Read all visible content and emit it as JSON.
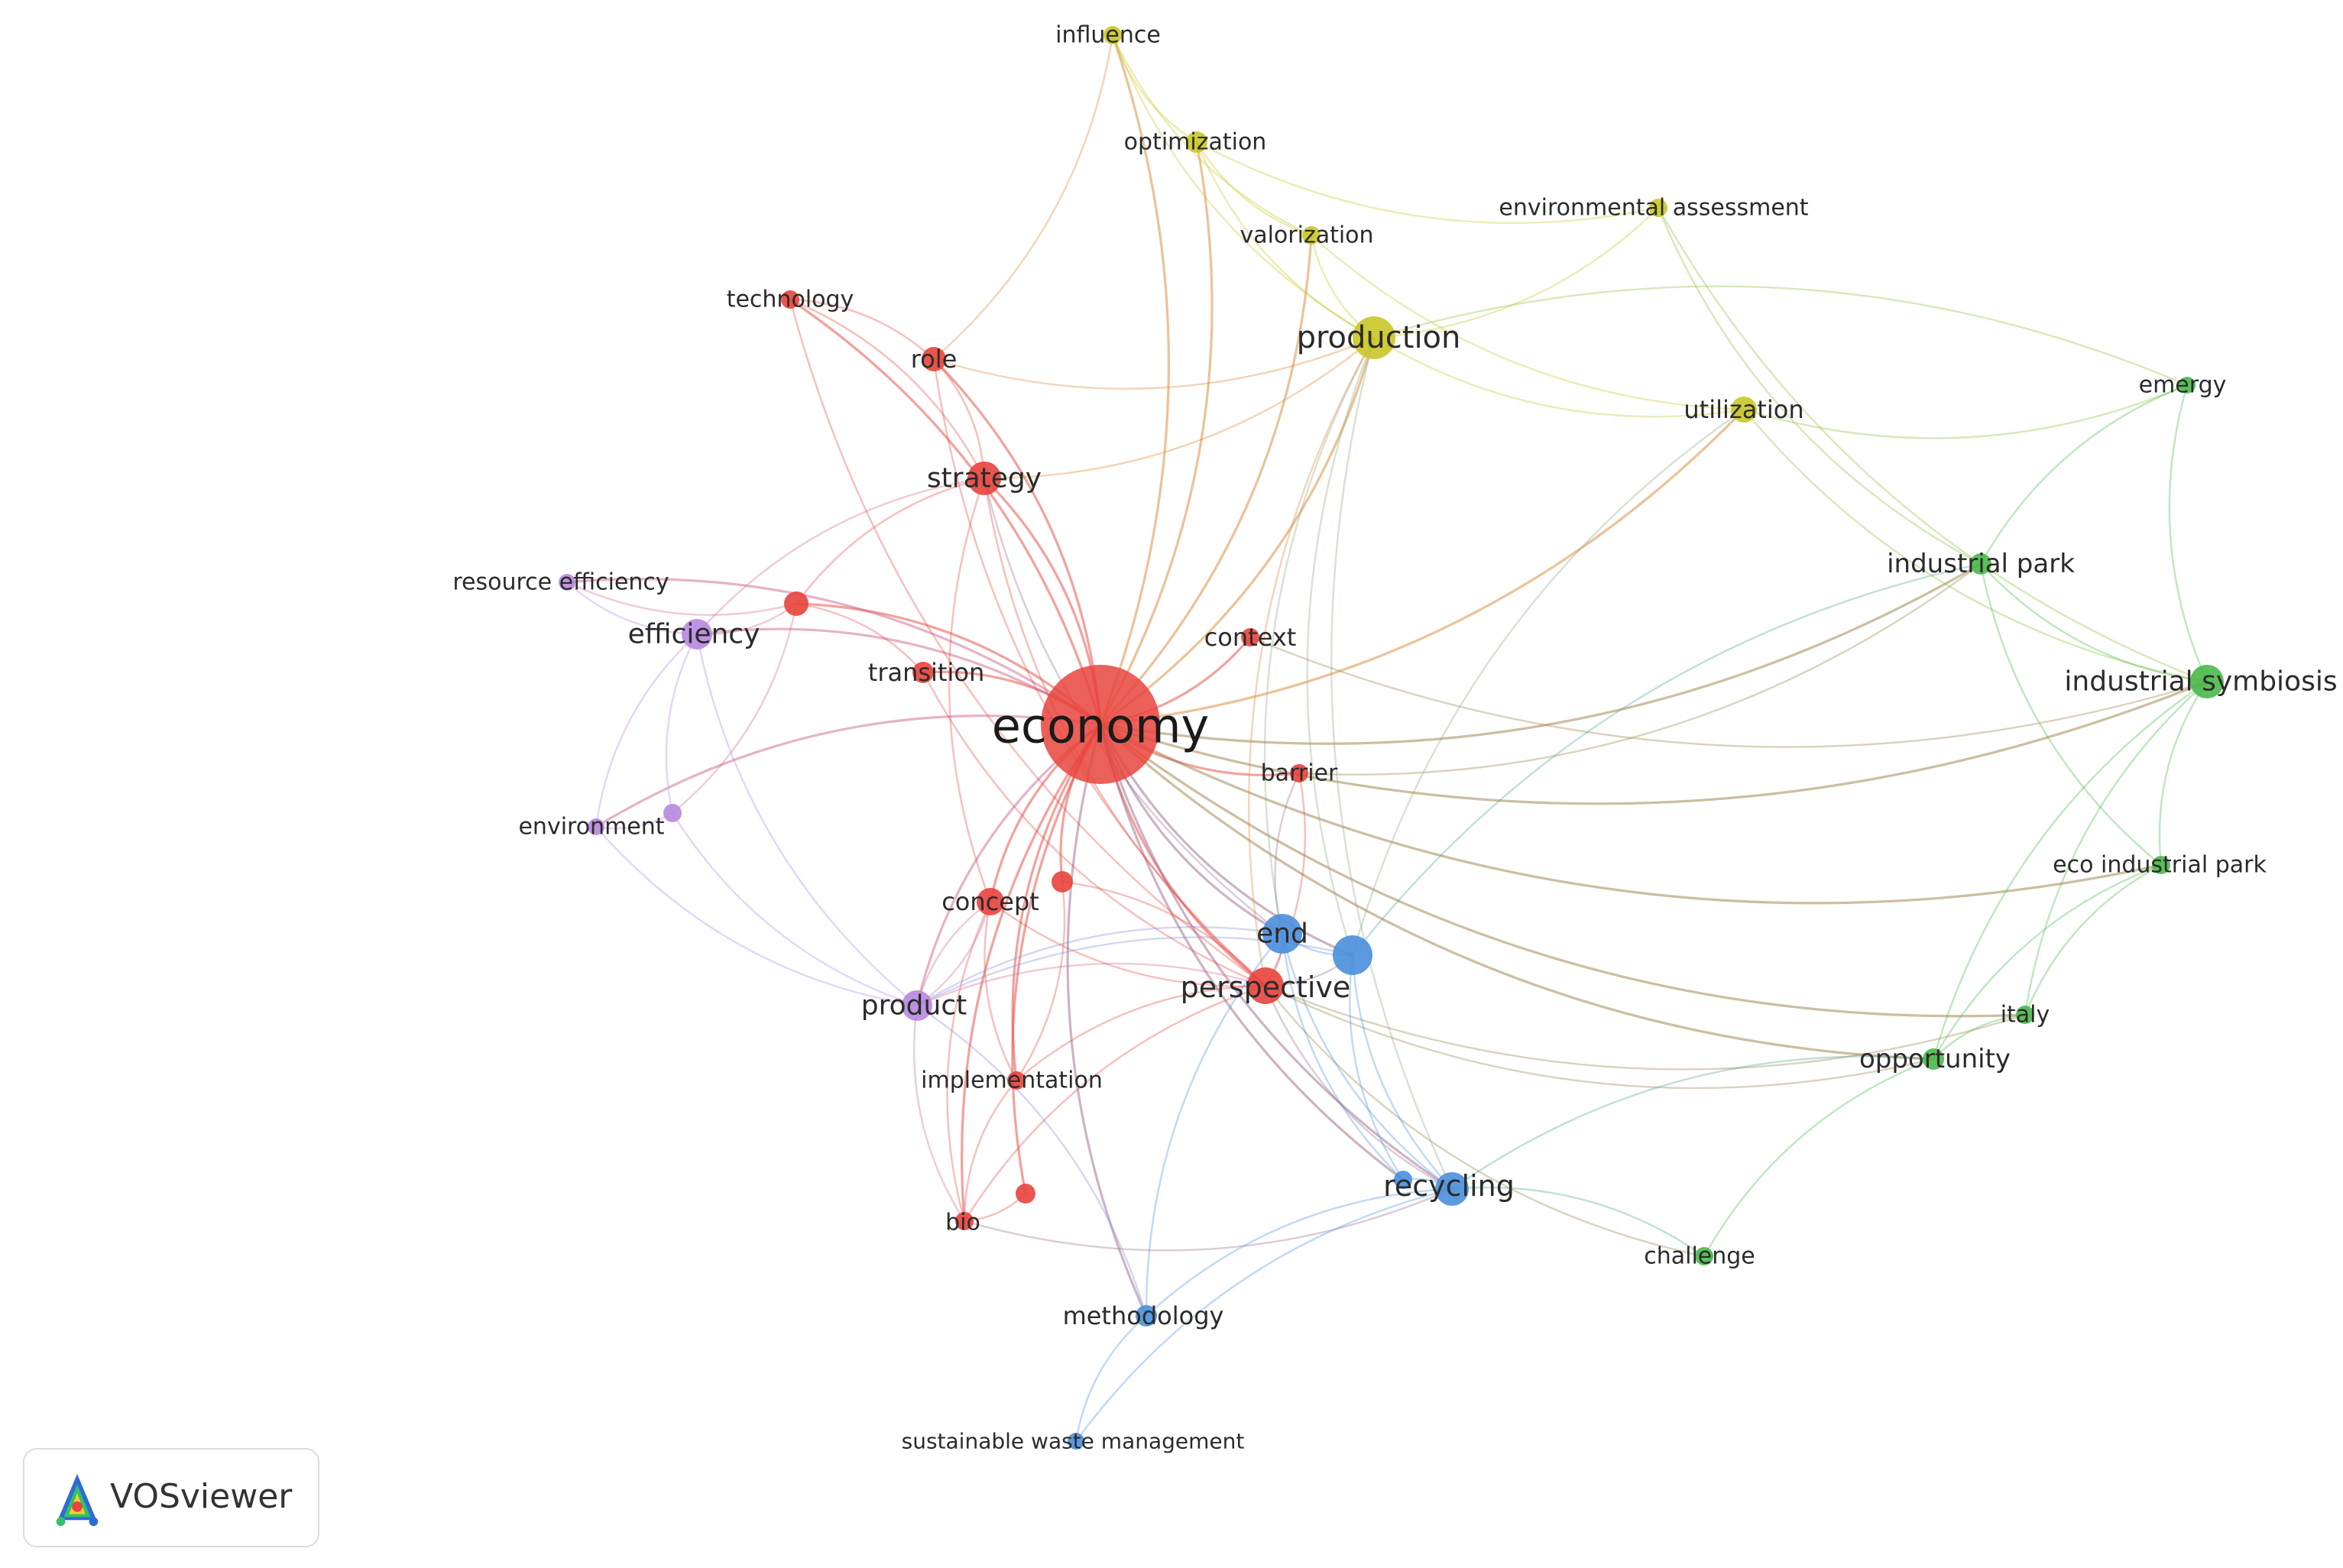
{
  "brand": {
    "name": "VOSviewer"
  },
  "cluster_colors": {
    "red": "#e8443c",
    "yellow": "#c9c727",
    "green": "#49b84a",
    "blue": "#4a8fdc",
    "purple": "#b887e0"
  },
  "nodes": [
    {
      "id": "economy",
      "label": "economy",
      "cluster": "red"
    },
    {
      "id": "strategy",
      "label": "strategy",
      "cluster": "red"
    },
    {
      "id": "role",
      "label": "role",
      "cluster": "red"
    },
    {
      "id": "technology",
      "label": "technology",
      "cluster": "red"
    },
    {
      "id": "transition",
      "label": "transition",
      "cluster": "red"
    },
    {
      "id": "context",
      "label": "context",
      "cluster": "red"
    },
    {
      "id": "barrier",
      "label": "barrier",
      "cluster": "red"
    },
    {
      "id": "concept",
      "label": "concept",
      "cluster": "red"
    },
    {
      "id": "perspective",
      "label": "perspective",
      "cluster": "red"
    },
    {
      "id": "implementation",
      "label": "implementation",
      "cluster": "red"
    },
    {
      "id": "bio",
      "label": "bio",
      "cluster": "red"
    },
    {
      "id": "r_unl1",
      "label": "",
      "cluster": "red"
    },
    {
      "id": "r_unl2",
      "label": "",
      "cluster": "red"
    },
    {
      "id": "r_unl3",
      "label": "",
      "cluster": "red"
    },
    {
      "id": "influence",
      "label": "influence",
      "cluster": "yellow"
    },
    {
      "id": "optimization",
      "label": "optimization",
      "cluster": "yellow"
    },
    {
      "id": "valorization",
      "label": "valorization",
      "cluster": "yellow"
    },
    {
      "id": "environmental_assessment",
      "label": "environmental assessment",
      "cluster": "yellow"
    },
    {
      "id": "production",
      "label": "production",
      "cluster": "yellow"
    },
    {
      "id": "utilization",
      "label": "utilization",
      "cluster": "yellow"
    },
    {
      "id": "emergy",
      "label": "emergy",
      "cluster": "green"
    },
    {
      "id": "industrial_park",
      "label": "industrial park",
      "cluster": "green"
    },
    {
      "id": "industrial_symbiosis",
      "label": "industrial symbiosis",
      "cluster": "green"
    },
    {
      "id": "eco_industrial_park",
      "label": "eco industrial park",
      "cluster": "green"
    },
    {
      "id": "italy",
      "label": "italy",
      "cluster": "green"
    },
    {
      "id": "opportunity",
      "label": "opportunity",
      "cluster": "green"
    },
    {
      "id": "challenge",
      "label": "challenge",
      "cluster": "green"
    },
    {
      "id": "end",
      "label": "end",
      "cluster": "blue"
    },
    {
      "id": "b_unl1",
      "label": "",
      "cluster": "blue"
    },
    {
      "id": "recycling",
      "label": "recycling",
      "cluster": "blue"
    },
    {
      "id": "b_unl2",
      "label": "",
      "cluster": "blue"
    },
    {
      "id": "methodology",
      "label": "methodology",
      "cluster": "blue"
    },
    {
      "id": "sustainable_waste_management",
      "label": "sustainable waste management",
      "cluster": "blue"
    },
    {
      "id": "resource_efficiency",
      "label": "resource efficiency",
      "cluster": "purple"
    },
    {
      "id": "efficiency",
      "label": "efficiency",
      "cluster": "purple"
    },
    {
      "id": "environment",
      "label": "environment",
      "cluster": "purple"
    },
    {
      "id": "product",
      "label": "product",
      "cluster": "purple"
    },
    {
      "id": "p_unl1",
      "label": "",
      "cluster": "purple"
    }
  ],
  "links": [
    [
      "economy",
      "strategy"
    ],
    [
      "economy",
      "role"
    ],
    [
      "economy",
      "technology"
    ],
    [
      "economy",
      "transition"
    ],
    [
      "economy",
      "context"
    ],
    [
      "economy",
      "barrier"
    ],
    [
      "economy",
      "concept"
    ],
    [
      "economy",
      "perspective"
    ],
    [
      "economy",
      "implementation"
    ],
    [
      "economy",
      "bio"
    ],
    [
      "economy",
      "r_unl1"
    ],
    [
      "economy",
      "r_unl2"
    ],
    [
      "economy",
      "r_unl3"
    ],
    [
      "economy",
      "influence"
    ],
    [
      "economy",
      "optimization"
    ],
    [
      "economy",
      "valorization"
    ],
    [
      "economy",
      "production"
    ],
    [
      "economy",
      "utilization"
    ],
    [
      "economy",
      "industrial_park"
    ],
    [
      "economy",
      "industrial_symbiosis"
    ],
    [
      "economy",
      "italy"
    ],
    [
      "economy",
      "opportunity"
    ],
    [
      "economy",
      "end"
    ],
    [
      "economy",
      "b_unl1"
    ],
    [
      "economy",
      "recycling"
    ],
    [
      "economy",
      "b_unl2"
    ],
    [
      "economy",
      "methodology"
    ],
    [
      "economy",
      "efficiency"
    ],
    [
      "economy",
      "environment"
    ],
    [
      "economy",
      "product"
    ],
    [
      "economy",
      "resource_efficiency"
    ],
    [
      "economy",
      "eco_industrial_park"
    ],
    [
      "strategy",
      "role"
    ],
    [
      "strategy",
      "technology"
    ],
    [
      "strategy",
      "r_unl1"
    ],
    [
      "strategy",
      "perspective"
    ],
    [
      "strategy",
      "production"
    ],
    [
      "strategy",
      "concept"
    ],
    [
      "strategy",
      "efficiency"
    ],
    [
      "strategy",
      "end"
    ],
    [
      "role",
      "technology"
    ],
    [
      "role",
      "influence"
    ],
    [
      "role",
      "perspective"
    ],
    [
      "role",
      "production"
    ],
    [
      "technology",
      "perspective"
    ],
    [
      "transition",
      "r_unl1"
    ],
    [
      "transition",
      "perspective"
    ],
    [
      "concept",
      "perspective"
    ],
    [
      "concept",
      "product"
    ],
    [
      "concept",
      "bio"
    ],
    [
      "concept",
      "implementation"
    ],
    [
      "perspective",
      "recycling"
    ],
    [
      "perspective",
      "end"
    ],
    [
      "perspective",
      "b_unl1"
    ],
    [
      "perspective",
      "opportunity"
    ],
    [
      "perspective",
      "italy"
    ],
    [
      "perspective",
      "implementation"
    ],
    [
      "perspective",
      "bio"
    ],
    [
      "perspective",
      "r_unl3"
    ],
    [
      "perspective",
      "barrier"
    ],
    [
      "perspective",
      "product"
    ],
    [
      "perspective",
      "challenge"
    ],
    [
      "implementation",
      "bio"
    ],
    [
      "implementation",
      "r_unl3"
    ],
    [
      "bio",
      "r_unl2"
    ],
    [
      "bio",
      "recycling"
    ],
    [
      "context",
      "industrial_symbiosis"
    ],
    [
      "barrier",
      "industrial_park"
    ],
    [
      "barrier",
      "end"
    ],
    [
      "influence",
      "optimization"
    ],
    [
      "influence",
      "valorization"
    ],
    [
      "influence",
      "production"
    ],
    [
      "optimization",
      "valorization"
    ],
    [
      "optimization",
      "production"
    ],
    [
      "optimization",
      "environmental_assessment"
    ],
    [
      "valorization",
      "production"
    ],
    [
      "valorization",
      "utilization"
    ],
    [
      "production",
      "environmental_assessment"
    ],
    [
      "production",
      "utilization"
    ],
    [
      "production",
      "end"
    ],
    [
      "production",
      "recycling"
    ],
    [
      "production",
      "b_unl1"
    ],
    [
      "production",
      "perspective"
    ],
    [
      "environmental_assessment",
      "industrial_symbiosis"
    ],
    [
      "environmental_assessment",
      "industrial_park"
    ],
    [
      "utilization",
      "emergy"
    ],
    [
      "utilization",
      "industrial_symbiosis"
    ],
    [
      "utilization",
      "b_unl1"
    ],
    [
      "emergy",
      "industrial_park"
    ],
    [
      "emergy",
      "industrial_symbiosis"
    ],
    [
      "emergy",
      "production"
    ],
    [
      "industrial_park",
      "industrial_symbiosis"
    ],
    [
      "industrial_park",
      "eco_industrial_park"
    ],
    [
      "industrial_park",
      "b_unl1"
    ],
    [
      "industrial_symbiosis",
      "eco_industrial_park"
    ],
    [
      "industrial_symbiosis",
      "italy"
    ],
    [
      "industrial_symbiosis",
      "opportunity"
    ],
    [
      "eco_industrial_park",
      "italy"
    ],
    [
      "eco_industrial_park",
      "opportunity"
    ],
    [
      "italy",
      "opportunity"
    ],
    [
      "opportunity",
      "challenge"
    ],
    [
      "opportunity",
      "recycling"
    ],
    [
      "challenge",
      "recycling"
    ],
    [
      "end",
      "b_unl1"
    ],
    [
      "end",
      "recycling"
    ],
    [
      "end",
      "b_unl2"
    ],
    [
      "end",
      "product"
    ],
    [
      "end",
      "methodology"
    ],
    [
      "b_unl1",
      "recycling"
    ],
    [
      "b_unl1",
      "b_unl2"
    ],
    [
      "b_unl1",
      "product"
    ],
    [
      "recycling",
      "b_unl2"
    ],
    [
      "recycling",
      "methodology"
    ],
    [
      "recycling",
      "sustainable_waste_management"
    ],
    [
      "methodology",
      "sustainable_waste_management"
    ],
    [
      "methodology",
      "product"
    ],
    [
      "resource_efficiency",
      "efficiency"
    ],
    [
      "resource_efficiency",
      "r_unl1"
    ],
    [
      "efficiency",
      "environment"
    ],
    [
      "efficiency",
      "product"
    ],
    [
      "efficiency",
      "p_unl1"
    ],
    [
      "efficiency",
      "r_unl1"
    ],
    [
      "environment",
      "product"
    ],
    [
      "environment",
      "p_unl1"
    ],
    [
      "p_unl1",
      "product"
    ],
    [
      "p_unl1",
      "r_unl1"
    ],
    [
      "product",
      "bio"
    ],
    [
      "product",
      "concept"
    ]
  ]
}
